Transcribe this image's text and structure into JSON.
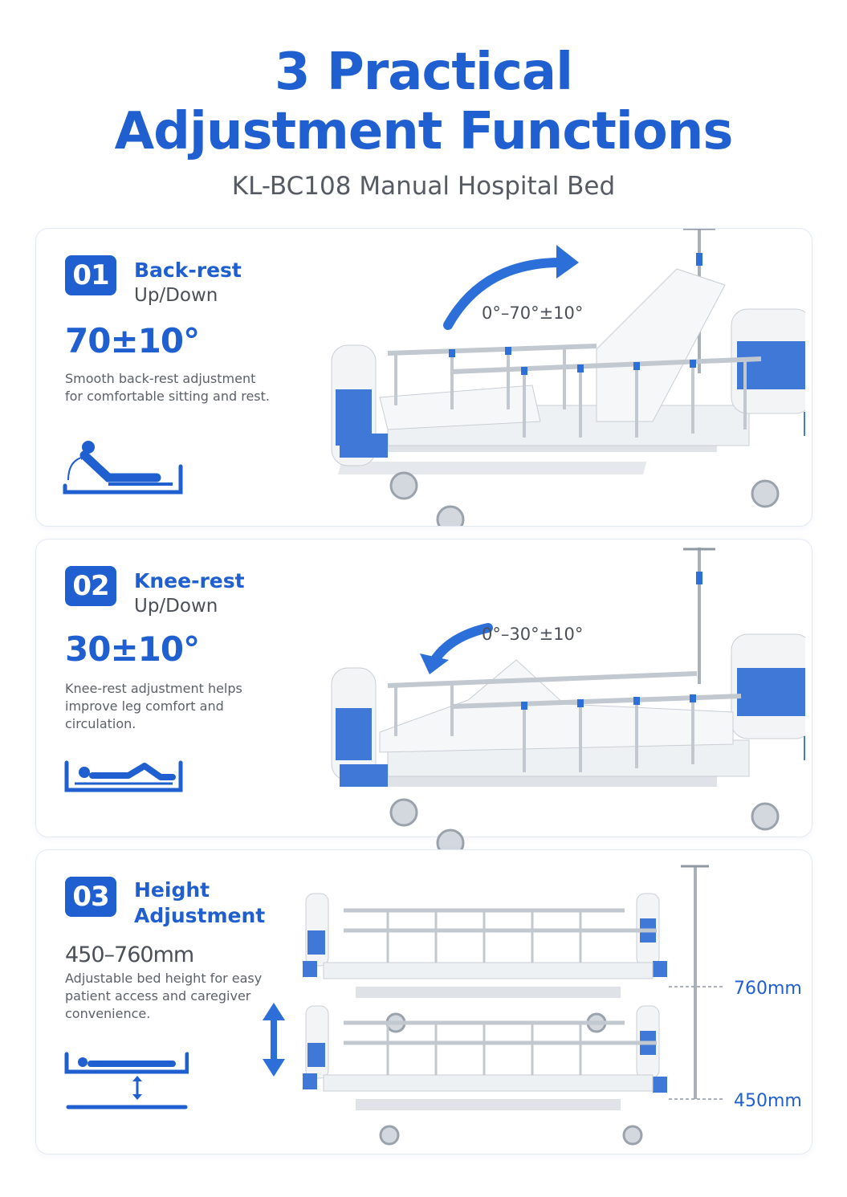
{
  "header": {
    "title_line1": "3 Practical",
    "title_line2": "Adjustment Functions",
    "subtitle": "KL-BC108 Manual Hospital Bed"
  },
  "functions": [
    {
      "number": "01",
      "title": "Back-rest",
      "subtitle": "Up/Down",
      "value": "70±10°",
      "description": "Smooth back-rest adjustment for comfortable sitting and rest.",
      "angle_label": "0°–70°±10°"
    },
    {
      "number": "02",
      "title": "Knee-rest",
      "subtitle": "Up/Down",
      "value": "30±10°",
      "description": "Knee-rest adjustment helps improve leg comfort and circulation.",
      "angle_label": "0°–30°±10°"
    },
    {
      "number": "03",
      "title": "Height",
      "subtitle": "Adjustment",
      "value": "450–760mm",
      "description": "Adjustable bed height for easy patient access and caregiver convenience.",
      "height_high": "760mm",
      "height_low": "450mm"
    }
  ],
  "colors": {
    "brand_blue": "#1f5fcf",
    "panel_blue": "#3f78d6",
    "frame_gray": "#dfe3e8"
  },
  "icons": [
    "back-rest-icon",
    "knee-rest-icon",
    "height-icon",
    "rotate-arrow-icon",
    "double-arrow-icon"
  ]
}
